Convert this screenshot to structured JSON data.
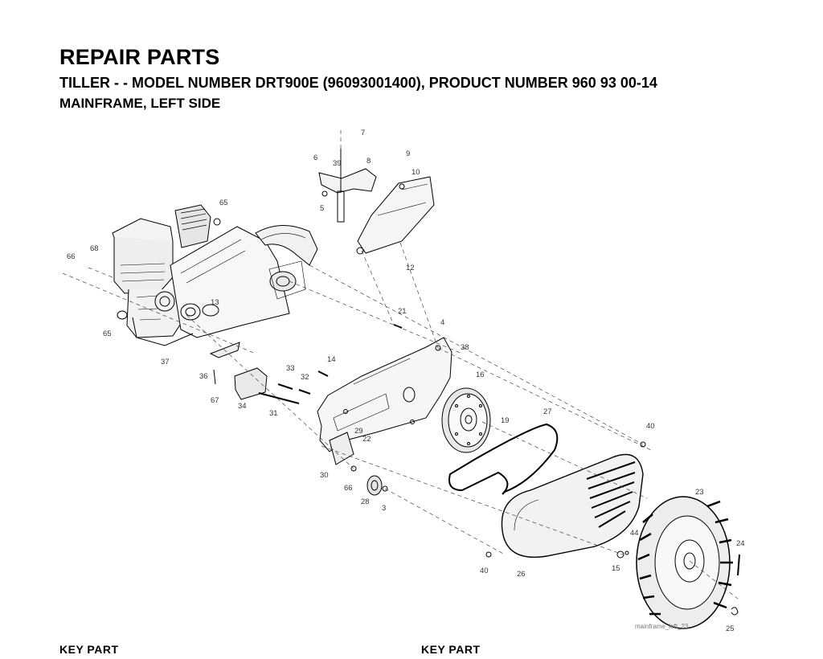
{
  "header": {
    "title": "REPAIR PARTS",
    "subtitle": "TILLER - - MODEL NUMBER DRT900E (96093001400), PRODUCT NUMBER 960 93 00-14",
    "section": "MAINFRAME, LEFT SIDE"
  },
  "diagram": {
    "filename": "mainframe_left_23",
    "callouts": [
      "7",
      "6",
      "39",
      "8",
      "9",
      "10",
      "5",
      "12",
      "65",
      "68",
      "66",
      "13",
      "65",
      "37",
      "21",
      "4",
      "38",
      "14",
      "36",
      "33",
      "32",
      "16",
      "67",
      "34",
      "31",
      "19",
      "27",
      "29",
      "22",
      "40",
      "23",
      "30",
      "66",
      "28",
      "3",
      "44",
      "24",
      "15",
      "40",
      "26",
      "25"
    ]
  },
  "footer": {
    "col_left": "KEY    PART",
    "col_right": "KEY    PART"
  }
}
